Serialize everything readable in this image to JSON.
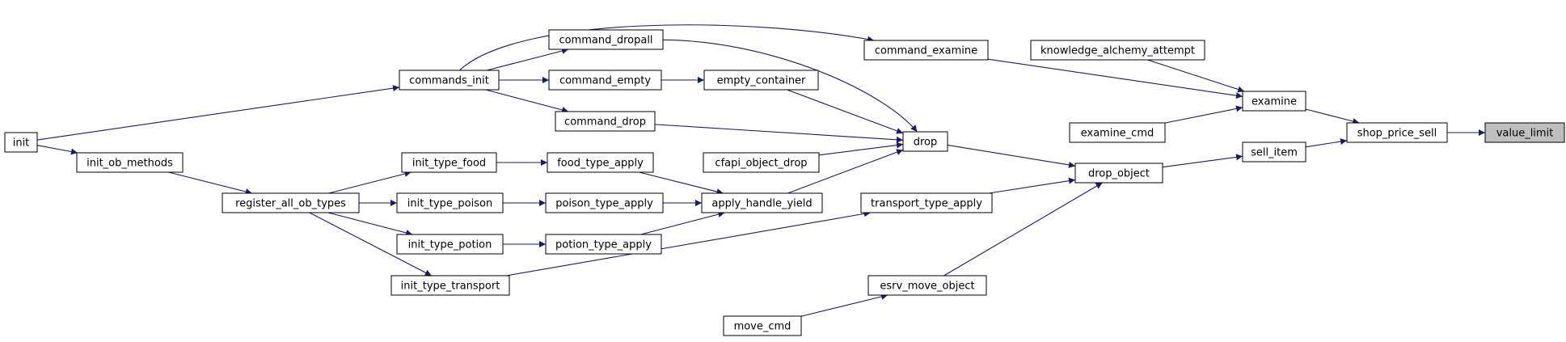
{
  "graph": {
    "nodes": [
      {
        "id": "value_limit",
        "label": "value_limit",
        "highlight": true
      },
      {
        "id": "shop_price_sell",
        "label": "shop_price_sell"
      },
      {
        "id": "examine",
        "label": "examine"
      },
      {
        "id": "sell_item",
        "label": "sell_item"
      },
      {
        "id": "command_examine",
        "label": "command_examine"
      },
      {
        "id": "knowledge_alchemy_attempt",
        "label": "knowledge_alchemy_attempt"
      },
      {
        "id": "examine_cmd",
        "label": "examine_cmd"
      },
      {
        "id": "drop_object",
        "label": "drop_object"
      },
      {
        "id": "drop",
        "label": "drop"
      },
      {
        "id": "transport_type_apply",
        "label": "transport_type_apply"
      },
      {
        "id": "esrv_move_object",
        "label": "esrv_move_object"
      },
      {
        "id": "move_cmd",
        "label": "move_cmd"
      },
      {
        "id": "commands_init",
        "label": "commands_init"
      },
      {
        "id": "command_dropall",
        "label": "command_dropall"
      },
      {
        "id": "command_empty",
        "label": "command_empty"
      },
      {
        "id": "empty_container",
        "label": "empty_container"
      },
      {
        "id": "command_drop",
        "label": "command_drop"
      },
      {
        "id": "cfapi_object_drop",
        "label": "cfapi_object_drop"
      },
      {
        "id": "apply_handle_yield",
        "label": "apply_handle_yield"
      },
      {
        "id": "food_type_apply",
        "label": "food_type_apply"
      },
      {
        "id": "poison_type_apply",
        "label": "poison_type_apply"
      },
      {
        "id": "potion_type_apply",
        "label": "potion_type_apply"
      },
      {
        "id": "init_type_food",
        "label": "init_type_food"
      },
      {
        "id": "init_type_poison",
        "label": "init_type_poison"
      },
      {
        "id": "init_type_potion",
        "label": "init_type_potion"
      },
      {
        "id": "init_type_transport",
        "label": "init_type_transport"
      },
      {
        "id": "register_all_ob_types",
        "label": "register_all_ob_types"
      },
      {
        "id": "init_ob_methods",
        "label": "init_ob_methods"
      },
      {
        "id": "init",
        "label": "init"
      }
    ],
    "edges": [
      {
        "from": "shop_price_sell",
        "to": "value_limit"
      },
      {
        "from": "examine",
        "to": "shop_price_sell"
      },
      {
        "from": "sell_item",
        "to": "shop_price_sell"
      },
      {
        "from": "command_examine",
        "to": "examine"
      },
      {
        "from": "knowledge_alchemy_attempt",
        "to": "examine"
      },
      {
        "from": "examine_cmd",
        "to": "examine"
      },
      {
        "from": "drop_object",
        "to": "sell_item"
      },
      {
        "from": "drop",
        "to": "drop_object"
      },
      {
        "from": "transport_type_apply",
        "to": "drop_object"
      },
      {
        "from": "esrv_move_object",
        "to": "drop_object"
      },
      {
        "from": "move_cmd",
        "to": "esrv_move_object"
      },
      {
        "from": "commands_init",
        "to": "command_examine"
      },
      {
        "from": "commands_init",
        "to": "command_dropall"
      },
      {
        "from": "commands_init",
        "to": "command_empty"
      },
      {
        "from": "commands_init",
        "to": "command_drop"
      },
      {
        "from": "command_dropall",
        "to": "drop"
      },
      {
        "from": "command_empty",
        "to": "empty_container"
      },
      {
        "from": "empty_container",
        "to": "drop"
      },
      {
        "from": "command_drop",
        "to": "drop"
      },
      {
        "from": "cfapi_object_drop",
        "to": "drop"
      },
      {
        "from": "apply_handle_yield",
        "to": "drop"
      },
      {
        "from": "food_type_apply",
        "to": "apply_handle_yield"
      },
      {
        "from": "poison_type_apply",
        "to": "apply_handle_yield"
      },
      {
        "from": "potion_type_apply",
        "to": "apply_handle_yield"
      },
      {
        "from": "init_type_food",
        "to": "food_type_apply"
      },
      {
        "from": "init_type_poison",
        "to": "poison_type_apply"
      },
      {
        "from": "init_type_potion",
        "to": "potion_type_apply"
      },
      {
        "from": "init_type_transport",
        "to": "transport_type_apply"
      },
      {
        "from": "register_all_ob_types",
        "to": "init_type_food"
      },
      {
        "from": "register_all_ob_types",
        "to": "init_type_poison"
      },
      {
        "from": "register_all_ob_types",
        "to": "init_type_potion"
      },
      {
        "from": "register_all_ob_types",
        "to": "init_type_transport"
      },
      {
        "from": "init_ob_methods",
        "to": "register_all_ob_types"
      },
      {
        "from": "init",
        "to": "init_ob_methods"
      },
      {
        "from": "init",
        "to": "commands_init"
      }
    ],
    "colors": {
      "edge": "#191970",
      "node_border": "#000000",
      "node_fill": "#ffffff",
      "highlight_fill": "#bfbfbf",
      "background": "#ffffff"
    }
  }
}
